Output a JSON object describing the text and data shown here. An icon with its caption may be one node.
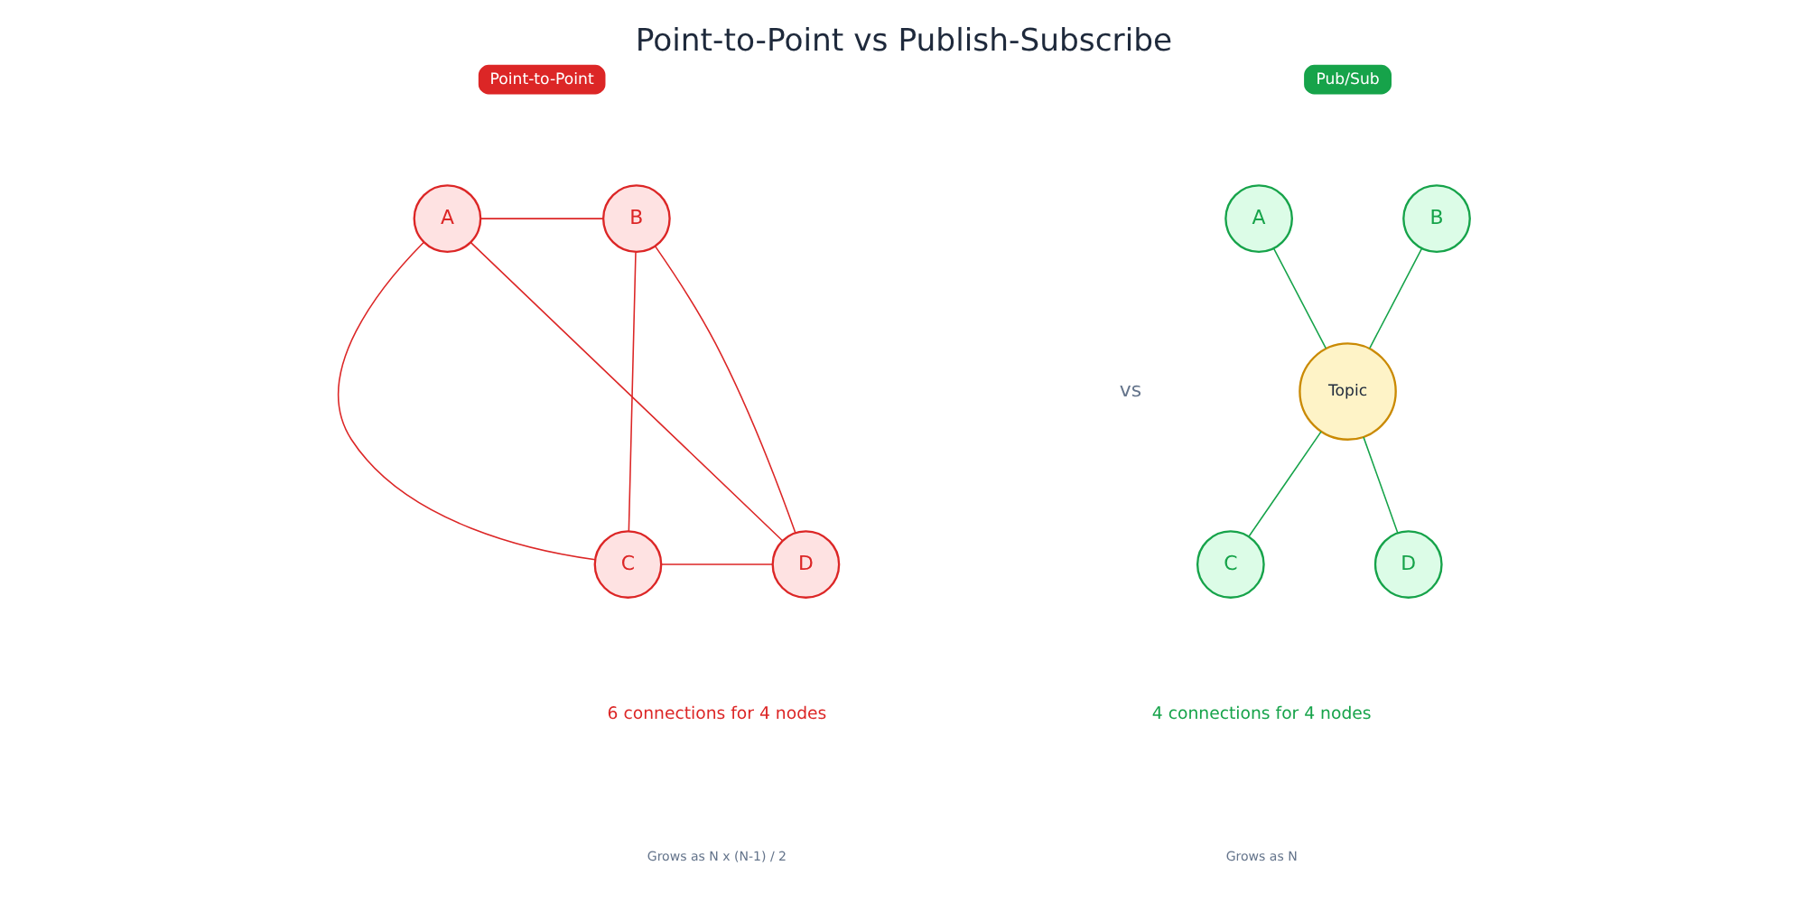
{
  "diagram": {
    "title": "Point-to-Point vs Publish-Subscribe",
    "nodes": [
      {
        "text": [
          "Point-to-Point"
        ]
      },
      {
        "text": [
          "Pub/Sub"
        ]
      },
      {
        "text": [
          "A"
        ]
      },
      {
        "text": [
          "B"
        ]
      },
      {
        "text": [
          "A"
        ]
      },
      {
        "text": [
          "B"
        ]
      },
      {
        "text": [
          "Topic"
        ]
      },
      {
        "text": [
          "C"
        ]
      },
      {
        "text": [
          "D"
        ]
      },
      {
        "text": [
          "C"
        ]
      },
      {
        "text": [
          "D"
        ]
      }
    ],
    "edges": [
      {
        "from": 2,
        "to": 3,
        "arrow": "none"
      },
      {
        "from": 2,
        "to": 7,
        "arrow": "none"
      },
      {
        "from": 2,
        "to": 8,
        "arrow": "none"
      },
      {
        "from": 3,
        "to": 7,
        "arrow": "none"
      },
      {
        "from": 3,
        "to": 8,
        "arrow": "none"
      },
      {
        "from": 7,
        "to": 8,
        "arrow": "none"
      },
      {
        "from": 4,
        "to": 6,
        "arrow": "none",
        "color": "#16a34a"
      },
      {
        "from": 5,
        "to": 6,
        "arrow": "none",
        "color": "#16a34a"
      },
      {
        "from": 6,
        "to": 9,
        "arrow": "none",
        "color": "#16a34a"
      },
      {
        "from": 6,
        "to": 10,
        "arrow": "none",
        "color": "#16a34a"
      }
    ],
    "labels": [
      "vs",
      "6 connections for 4 nodes",
      "Grows as N x (N-1) / 2",
      "4 connections for 4 nodes",
      "Grows as N"
    ]
  }
}
